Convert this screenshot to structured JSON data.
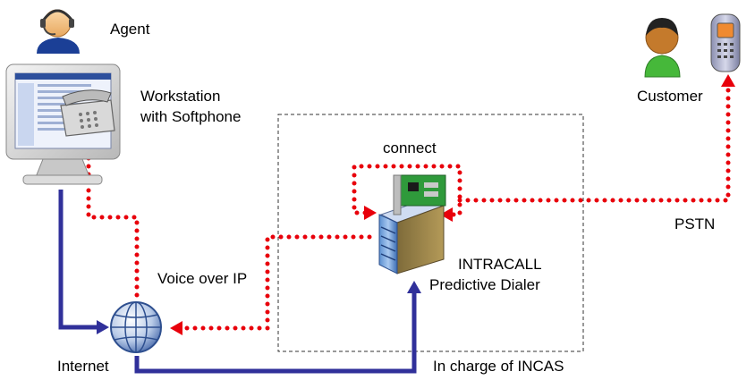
{
  "labels": {
    "agent": "Agent",
    "workstation_line1": "Workstation",
    "workstation_line2": "with Softphone",
    "customer": "Customer",
    "connect": "connect",
    "pstn": "PSTN",
    "dialer_line1": "INTRACALL",
    "dialer_line2": "Predictive Dialer",
    "voip": "Voice over IP",
    "internet": "Internet",
    "incas": "In charge of INCAS"
  },
  "colors": {
    "voice_path": "#e8000b",
    "data_path": "#30309a",
    "boundary": "#333333"
  },
  "icons": [
    "agent-headset-icon",
    "workstation-softphone-icon",
    "customer-icon",
    "mobile-phone-icon",
    "dialer-server-icon",
    "internet-globe-icon"
  ]
}
